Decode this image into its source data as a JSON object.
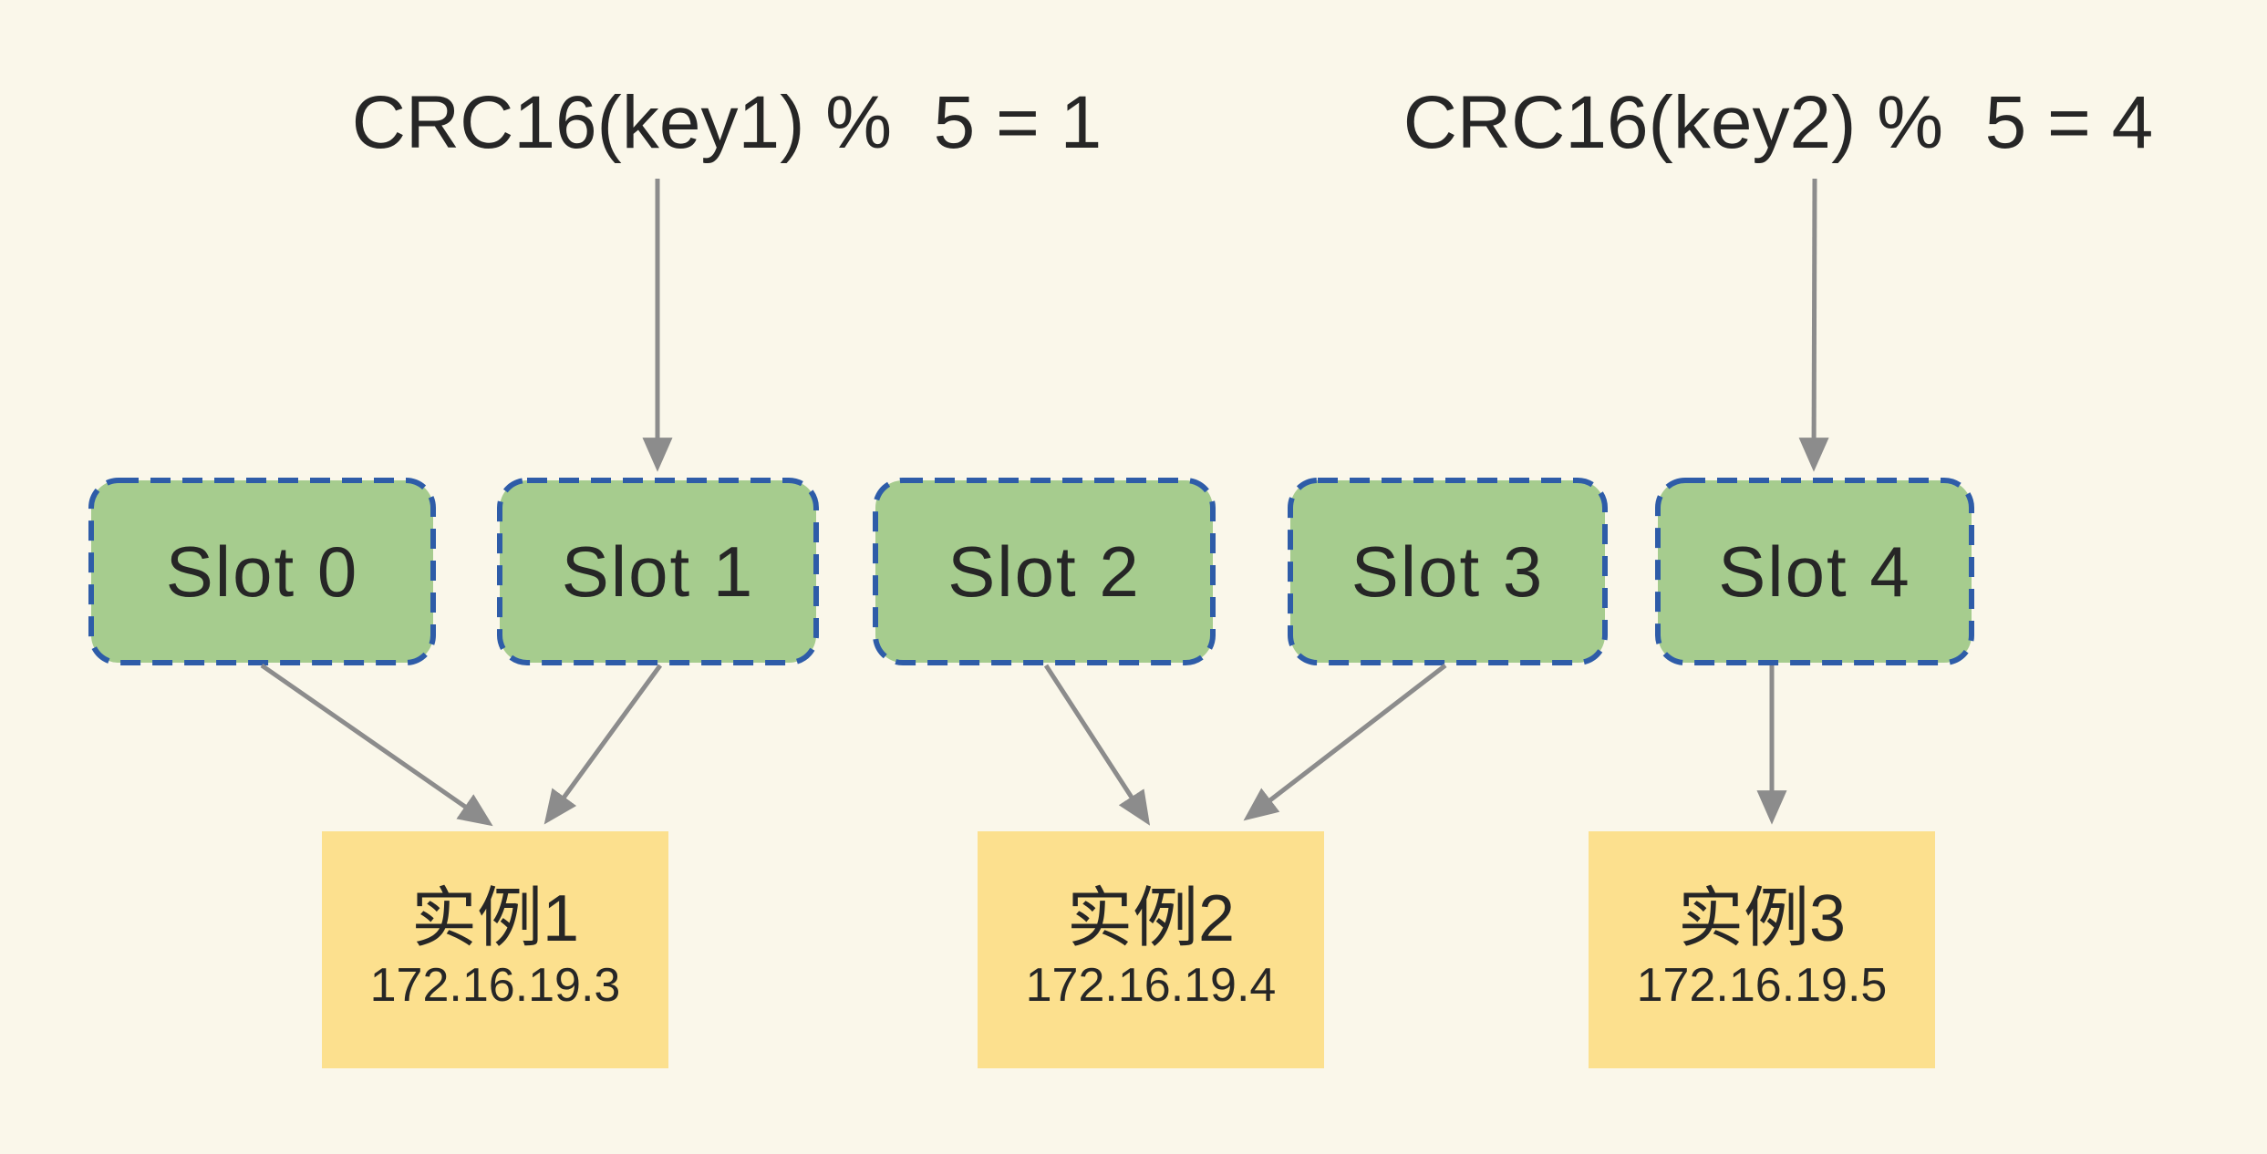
{
  "formulas": [
    {
      "id": "crc16-key1",
      "text": "CRC16(key1) %  5 = 1"
    },
    {
      "id": "crc16-key2",
      "text": "CRC16(key2) %  5 = 4"
    }
  ],
  "slots": [
    {
      "id": "slot-0",
      "label": "Slot 0"
    },
    {
      "id": "slot-1",
      "label": "Slot 1"
    },
    {
      "id": "slot-2",
      "label": "Slot 2"
    },
    {
      "id": "slot-3",
      "label": "Slot 3"
    },
    {
      "id": "slot-4",
      "label": "Slot 4"
    }
  ],
  "instances": [
    {
      "id": "instance-1",
      "name": "实例1",
      "ip": "172.16.19.3"
    },
    {
      "id": "instance-2",
      "name": "实例2",
      "ip": "172.16.19.4"
    },
    {
      "id": "instance-3",
      "name": "实例3",
      "ip": "172.16.19.5"
    }
  ],
  "edges": [
    {
      "from": "crc16-key1",
      "to": "slot-1"
    },
    {
      "from": "crc16-key2",
      "to": "slot-4"
    },
    {
      "from": "slot-0",
      "to": "instance-1"
    },
    {
      "from": "slot-1",
      "to": "instance-1"
    },
    {
      "from": "slot-2",
      "to": "instance-2"
    },
    {
      "from": "slot-3",
      "to": "instance-2"
    },
    {
      "from": "slot-4",
      "to": "instance-3"
    }
  ],
  "colors": {
    "background": "#faf7ea",
    "slot_fill": "#a6cc8e",
    "slot_border": "#2e5ca8",
    "instance_fill": "#fce08e",
    "arrow": "#8c8c8c",
    "text": "#262626"
  }
}
